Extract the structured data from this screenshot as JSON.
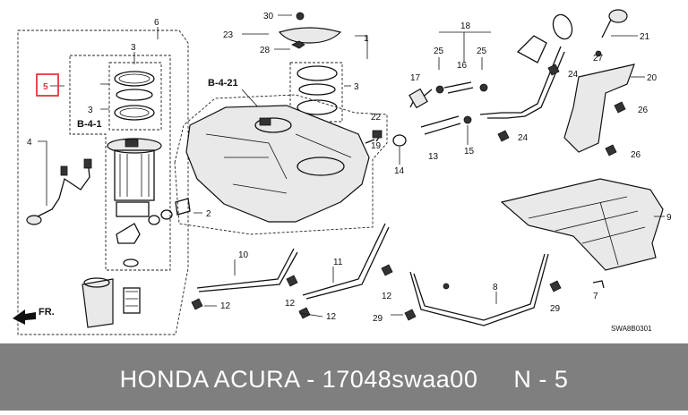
{
  "footer": {
    "text": "HONDA ACURA - 17048swaa00     N - 5"
  },
  "diagram": {
    "code": "SWA8B0301",
    "refs": {
      "b421": "B-4-21",
      "b41": "B-4-1",
      "fr": "FR."
    },
    "colors": {
      "highlight": "#e0383e",
      "footer_bg": "#7f7f7f"
    },
    "labels": {
      "p30": "30",
      "p23": "23",
      "p28": "28",
      "p6": "6",
      "p3a": "3",
      "p3b": "3",
      "p3c": "3",
      "p5": "5",
      "p4": "4",
      "p2": "2",
      "p1": "1",
      "p17": "17",
      "p18": "18",
      "p25a": "25",
      "p16": "16",
      "p25b": "25",
      "p22": "22",
      "p19": "19",
      "p14": "14",
      "p13": "13",
      "p15": "15",
      "p24a": "24",
      "p24b": "24",
      "p21": "21",
      "p27": "27",
      "p20": "20",
      "p26a": "26",
      "p26b": "26",
      "p9": "9",
      "p10": "10",
      "p11": "11",
      "p12a": "12",
      "p12b": "12",
      "p12c": "12",
      "p12d": "12",
      "p8": "8",
      "p29a": "29",
      "p29b": "29",
      "p7": "7"
    }
  }
}
